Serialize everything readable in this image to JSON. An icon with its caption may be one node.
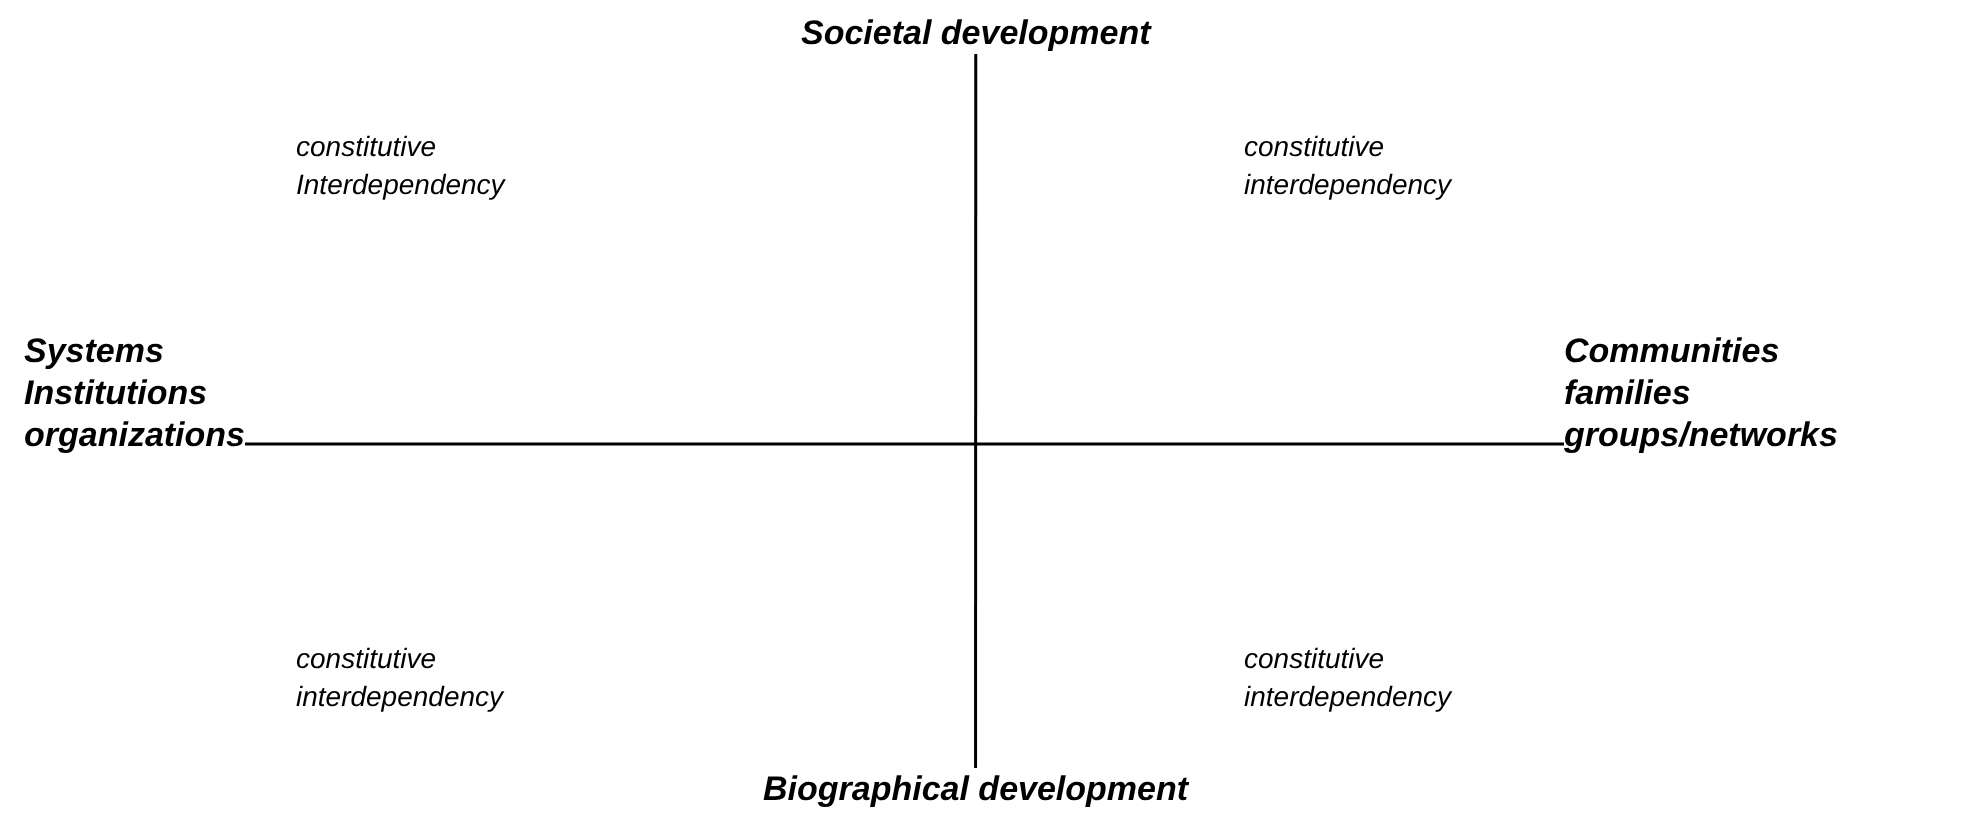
{
  "diagram": {
    "nodes": [
      {
        "text": [
          "Societal development"
        ]
      },
      {
        "text": [
          "Systems Institutions organizations"
        ]
      },
      {
        "text": [
          "Communities families groups/networks"
        ]
      },
      {
        "text": [
          "Biographical development"
        ]
      }
    ],
    "edges": [
      {
        "from": 0,
        "to": 3,
        "arrow": "none"
      },
      {
        "from": 1,
        "to": 2,
        "arrow": "none"
      }
    ],
    "labels": [
      "constitutive Interdependency",
      "constitutive interdependency",
      "constitutive interdependency",
      "constitutive interdependency"
    ]
  }
}
